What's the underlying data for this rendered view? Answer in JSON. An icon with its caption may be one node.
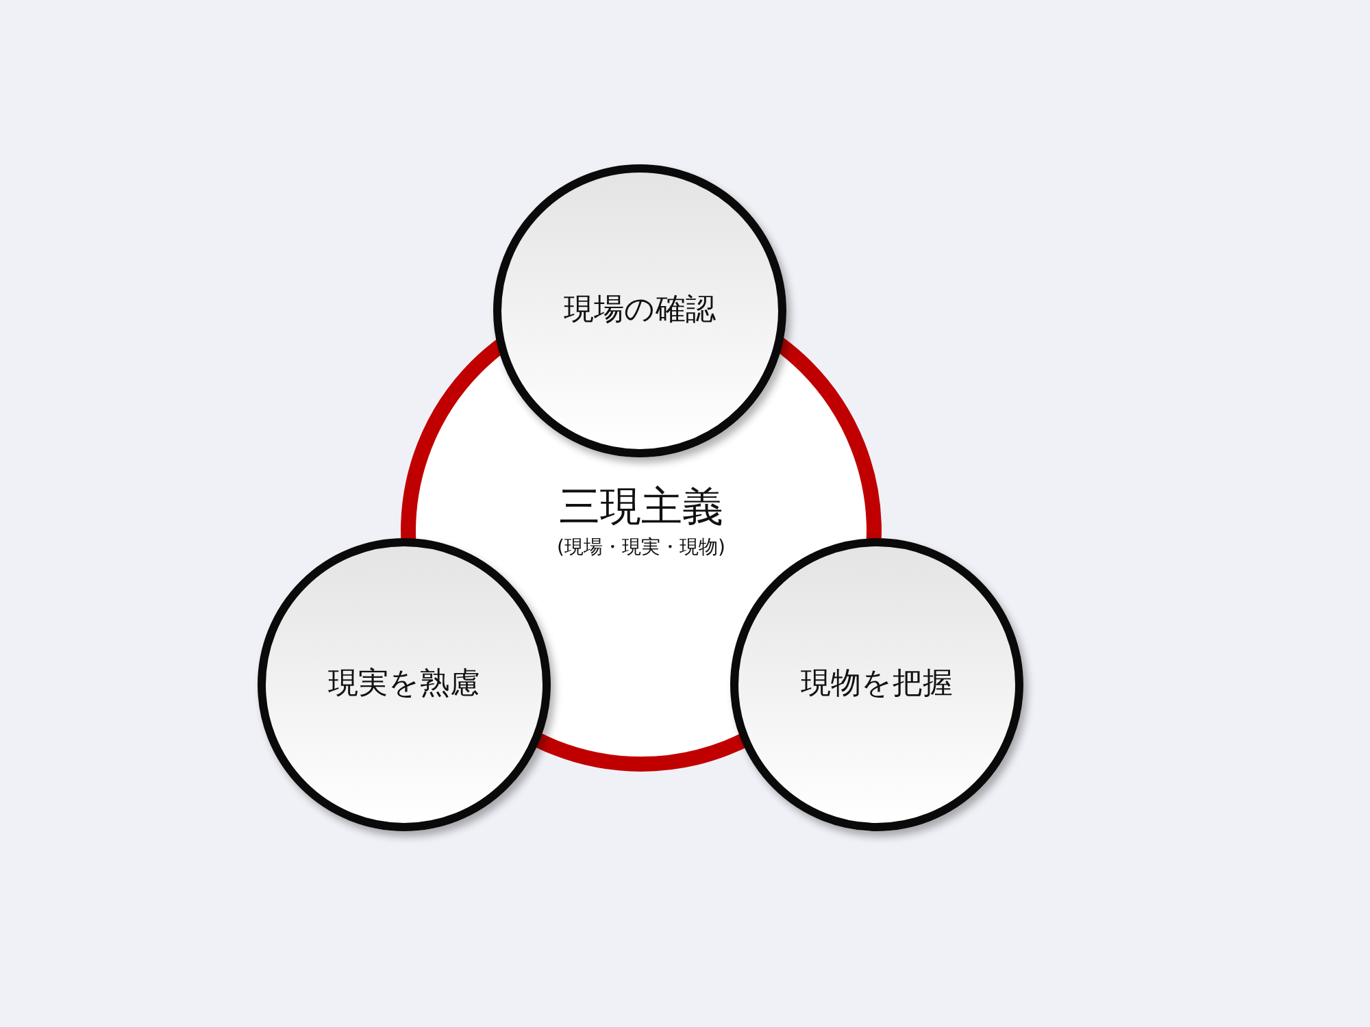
{
  "diagram": {
    "nodes": [
      {
        "text": [
          "三現主義",
          "(現場・現実・現物)"
        ]
      },
      {
        "text": [
          "現場の確認"
        ]
      },
      {
        "text": [
          "現実を熟慮"
        ]
      },
      {
        "text": [
          "現物を把握"
        ]
      }
    ]
  }
}
